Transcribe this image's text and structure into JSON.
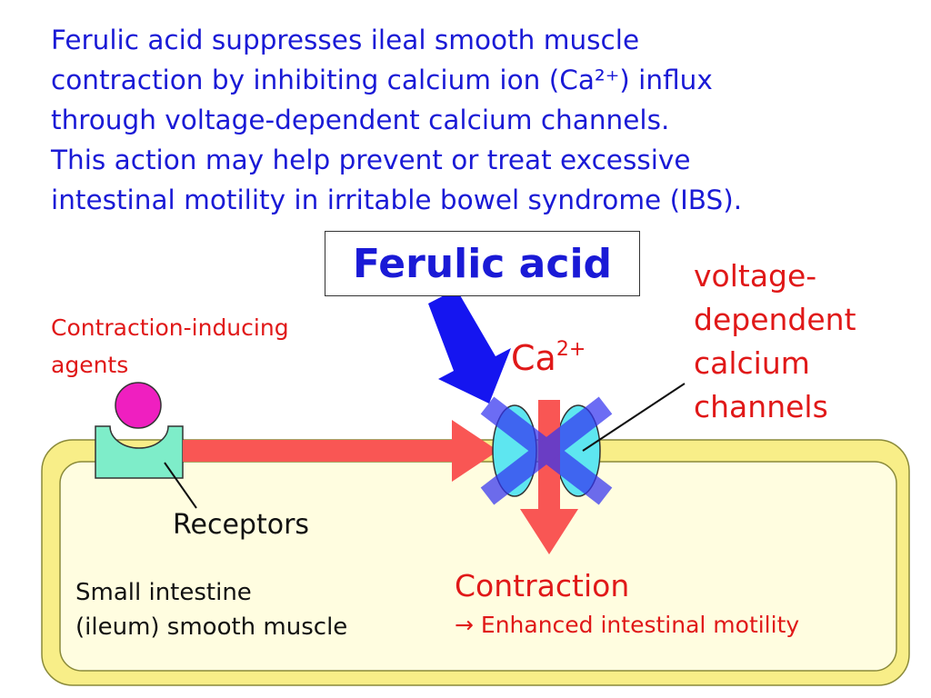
{
  "intro": {
    "lines": [
      "Ferulic acid suppresses ileal smooth muscle",
      "contraction by inhibiting calcium ion (Ca²⁺) influx",
      "through voltage-dependent calcium channels.",
      "This action may help prevent or treat excessive",
      "intestinal motility in irritable bowel syndrome (IBS)."
    ]
  },
  "drug": {
    "label": "Ferulic acid"
  },
  "agents": {
    "line1": "Contraction-inducing",
    "line2": "agents"
  },
  "ion": {
    "base": "Ca",
    "charge": "2+"
  },
  "channels": {
    "line1": "voltage-",
    "line2": "dependent",
    "line3": "calcium",
    "line4": "channels"
  },
  "receptors": {
    "label": "Receptors"
  },
  "tissue": {
    "line1": "Small intestine",
    "line2": "(ileum) smooth muscle"
  },
  "outcome": {
    "contraction": "Contraction",
    "effect": "→ Enhanced intestinal motility"
  },
  "colors": {
    "text_blue": "#1a1ad6",
    "text_red": "#e01818",
    "cell_fill": "#fffde0",
    "cell_border": "#ecdf6e",
    "arrow_red": "#f95654",
    "receptor_green": "#7eedc9",
    "agent_magenta": "#ef1fc0",
    "channel_cyan": "#5ee6f0",
    "block_blue": "#3434f0"
  }
}
